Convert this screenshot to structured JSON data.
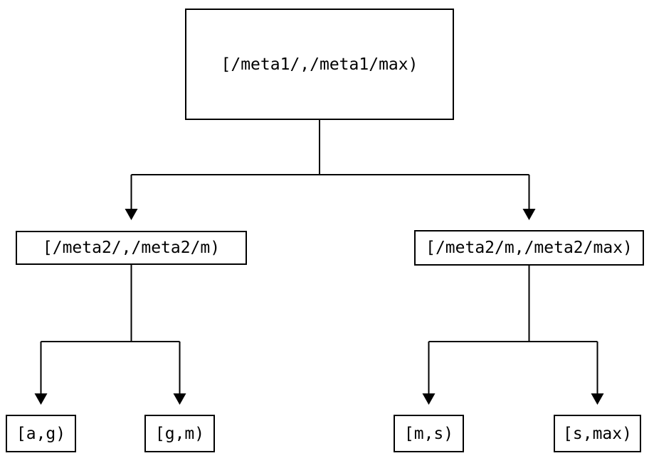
{
  "diagram": {
    "type": "tree",
    "background_color": "#ffffff",
    "line_color": "#000000",
    "text_color": "#000000",
    "nodes": {
      "root": {
        "label": "[/meta1/,/meta1/max)"
      },
      "mid_left": {
        "label": "[/meta2/,/meta2/m)"
      },
      "mid_right": {
        "label": "[/meta2/m,/meta2/max)"
      },
      "leaf_ag": {
        "label": "[a,g)"
      },
      "leaf_gm": {
        "label": "[g,m)"
      },
      "leaf_ms": {
        "label": "[m,s)"
      },
      "leaf_smax": {
        "label": "[s,max)"
      }
    },
    "edges": [
      [
        "root",
        "mid_left"
      ],
      [
        "root",
        "mid_right"
      ],
      [
        "mid_left",
        "leaf_ag"
      ],
      [
        "mid_left",
        "leaf_gm"
      ],
      [
        "mid_right",
        "leaf_ms"
      ],
      [
        "mid_right",
        "leaf_smax"
      ]
    ]
  }
}
